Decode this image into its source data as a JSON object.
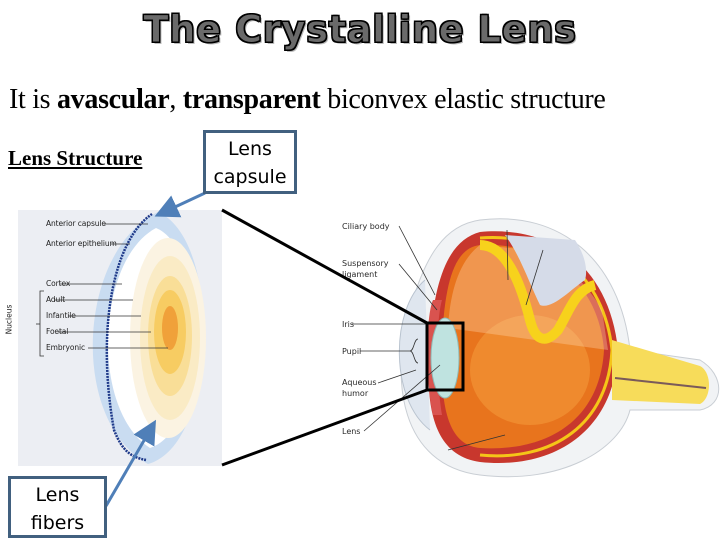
{
  "slide": {
    "title": "The Crystalline Lens",
    "subtitle": {
      "prefix": "It is ",
      "bold1": "avascular",
      "sep": ", ",
      "bold2": "transparent",
      "suffix": " biconvex elastic structure"
    },
    "section_label": "Lens Structure"
  },
  "callouts": {
    "capsule": {
      "line1": "Lens",
      "line2": "capsule"
    },
    "fibers": {
      "line1": "Lens",
      "line2": "fibers"
    }
  },
  "lens_diagram": {
    "labels": [
      "Anterior capsule",
      "Anterior epithelium",
      "Cortex",
      "Adult",
      "Infantile",
      "Foetal",
      "Embryonic"
    ],
    "group_label": "Nucleus"
  },
  "eye_diagram": {
    "labels": [
      "Ciliary body",
      "Suspensory",
      "ligament",
      "Iris",
      "Pupil",
      "Aqueous",
      "humor",
      "Lens"
    ]
  },
  "colors": {
    "callout_border": "#41607f",
    "arrow": "#4f7fb8",
    "capsule_line": "#1f3a8a",
    "connector": "#000000"
  }
}
